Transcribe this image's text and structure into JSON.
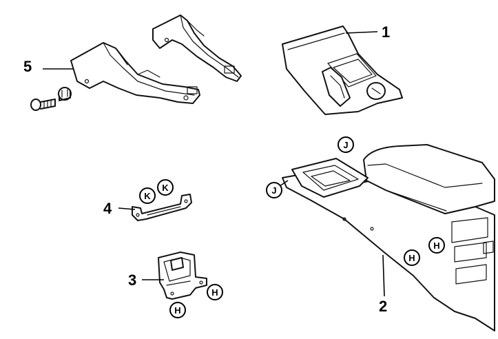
{
  "callouts": {
    "c1": "1",
    "c2": "2",
    "c3": "3",
    "c4": "4",
    "c5": "5"
  },
  "markers": {
    "j_top": "J",
    "j_left": "J",
    "k_left": "K",
    "k_right": "K",
    "h_right_a": "H",
    "h_right_b": "H",
    "h_bracket_right": "H",
    "h_bracket_bottom": "H"
  }
}
